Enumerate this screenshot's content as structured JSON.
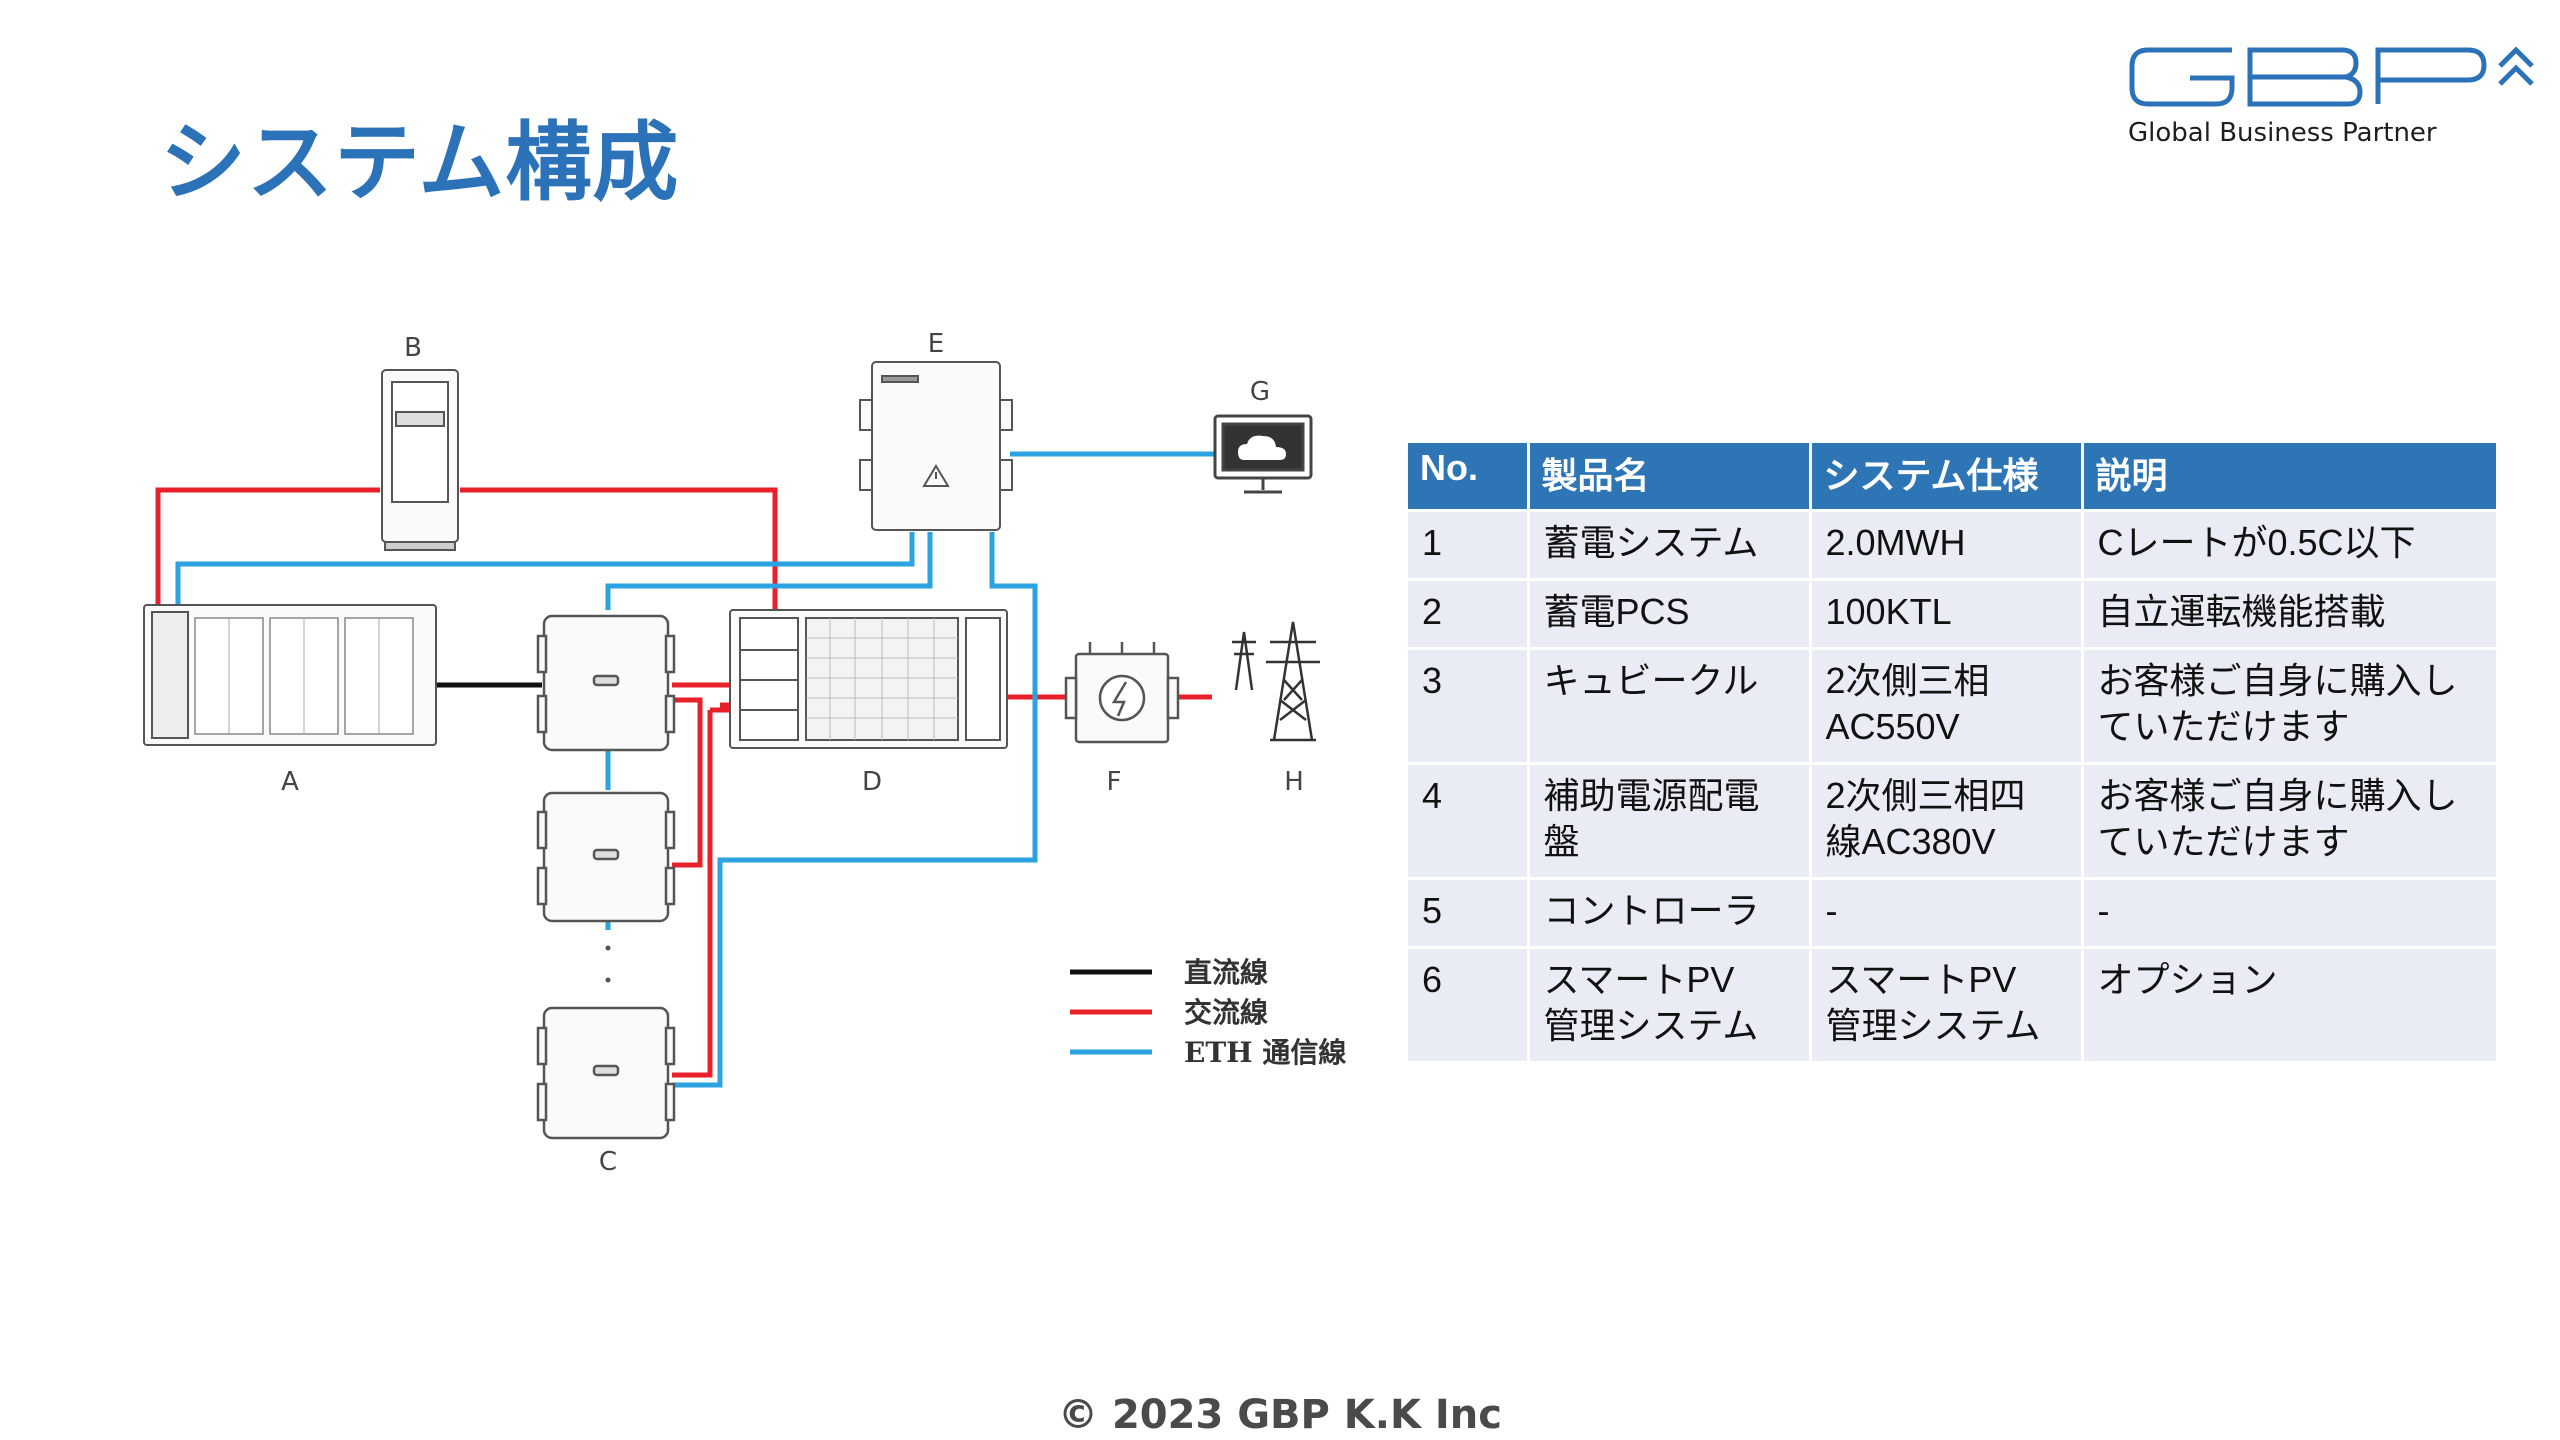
{
  "page": {
    "title": "システム構成",
    "footer": "© 2023 GBP K.K Inc"
  },
  "logo": {
    "mark": "GBP",
    "tagline": "Global Business Partner",
    "color": "#2b72b8"
  },
  "diagram": {
    "labels": {
      "a": "A",
      "b": "B",
      "c": "C",
      "d": "D",
      "e": "E",
      "f": "F",
      "g": "G",
      "h": "H"
    },
    "legend": {
      "dc": "直流線",
      "ac": "交流線",
      "eth": "ETH 通信線"
    },
    "colors": {
      "dc": "#111111",
      "ac": "#e8202a",
      "eth": "#2aa3e0"
    }
  },
  "table": {
    "headers": [
      "No.",
      "製品名",
      "システム仕様",
      "説明"
    ],
    "rows": [
      [
        "1",
        "蓄電システム",
        "2.0MWH",
        "Cレートが0.5C以下"
      ],
      [
        "2",
        "蓄電PCS",
        "100KTL",
        "自立運転機能搭載"
      ],
      [
        "3",
        "キュビークル",
        "2次側三相\nAC550V",
        "お客様ご自身に購入し\nていただけます"
      ],
      [
        "4",
        "補助電源配電\n盤",
        "2次側三相四\n線AC380V",
        "お客様ご自身に購入し\nていただけます"
      ],
      [
        "5",
        "コントローラ",
        "-",
        "-"
      ],
      [
        "6",
        "スマートPV\n管理システム",
        "スマートPV\n管理システム",
        "オプション"
      ]
    ],
    "header_color": "#2e75b6",
    "row_color": "#e9ebf5"
  }
}
